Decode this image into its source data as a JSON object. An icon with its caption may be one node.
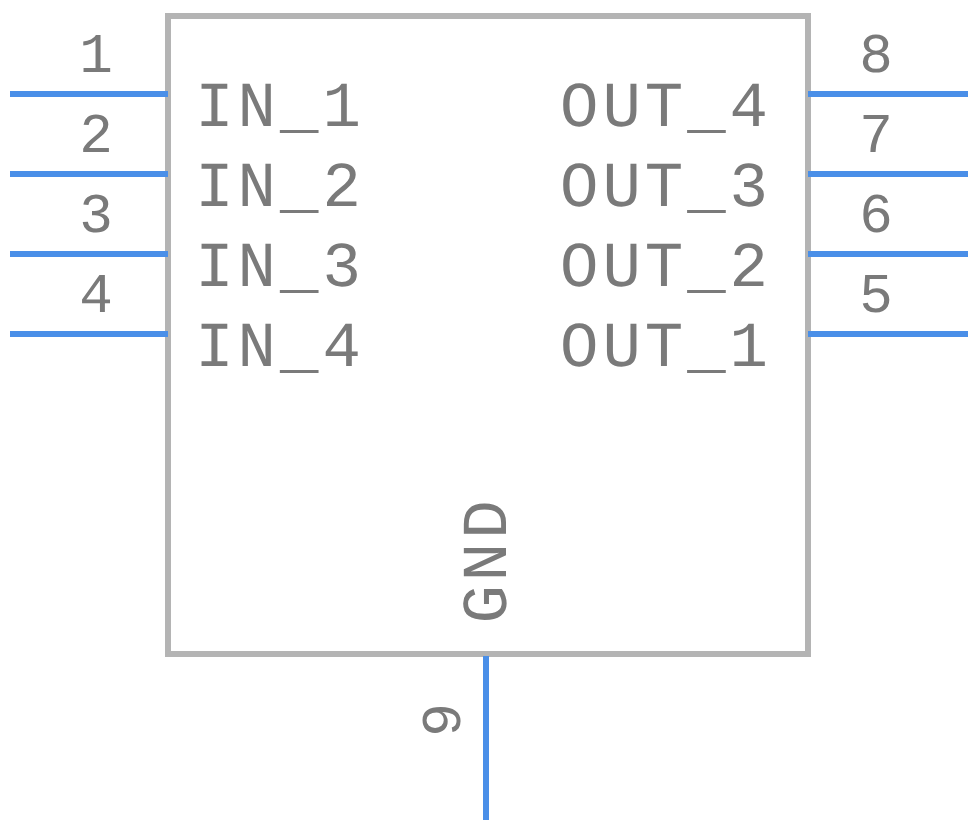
{
  "diagram": {
    "labels": [
      "1",
      "IN_1",
      "OUT_4",
      "8",
      "2",
      "IN_2",
      "OUT_3",
      "7",
      "3",
      "IN_3",
      "OUT_2",
      "6",
      "4",
      "IN_4",
      "OUT_1",
      "5",
      "GND",
      "9"
    ]
  }
}
